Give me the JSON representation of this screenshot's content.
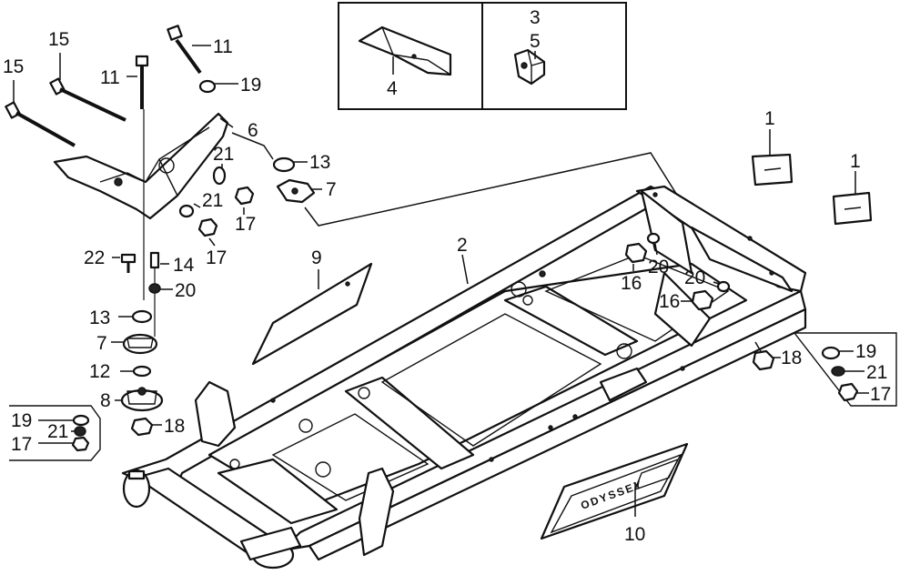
{
  "diagram": {
    "callouts": {
      "c1a": "1",
      "c1b": "1",
      "c2": "2",
      "c3": "3",
      "c4": "4",
      "c5": "5",
      "c6": "6",
      "c7a": "7",
      "c7b": "7",
      "c8": "8",
      "c9": "9",
      "c10": "10",
      "c11a": "11",
      "c11b": "11",
      "c12": "12",
      "c13a": "13",
      "c13b": "13",
      "c14": "14",
      "c15a": "15",
      "c15b": "15",
      "c16a": "16",
      "c16b": "16",
      "c17a": "17",
      "c17b": "17",
      "c17c": "17",
      "c17d": "17",
      "c18a": "18",
      "c18b": "18",
      "c19a": "19",
      "c19b": "19",
      "c19c": "19",
      "c20a": "20",
      "c20b": "20",
      "c20c": "20",
      "c21a": "21",
      "c21b": "21",
      "c21c": "21",
      "c21d": "21",
      "c22": "22"
    },
    "emblem_text": "ODYSSEY"
  }
}
